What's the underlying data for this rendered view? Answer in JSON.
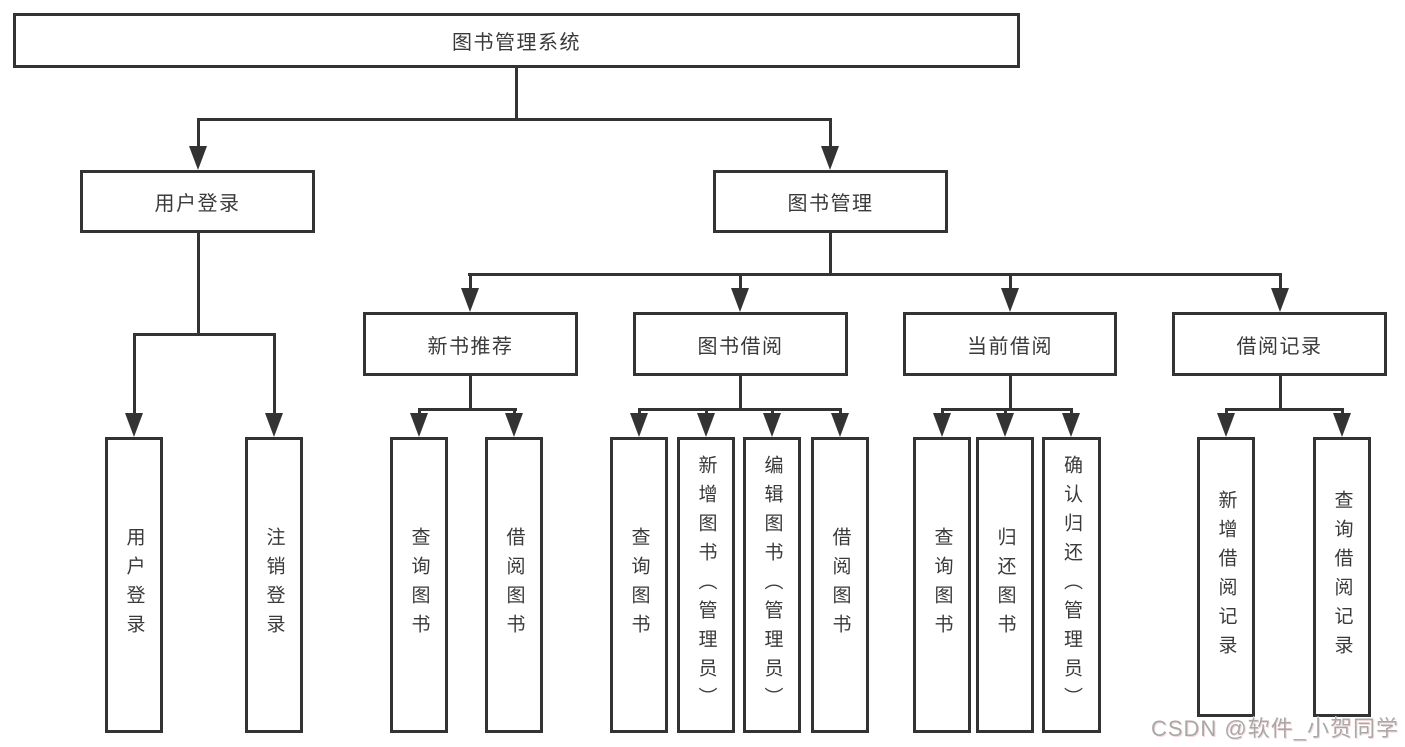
{
  "tree": {
    "label": "图书管理系统",
    "children": [
      {
        "label": "用户登录",
        "children": [
          {
            "label": "用户登录"
          },
          {
            "label": "注销登录"
          }
        ]
      },
      {
        "label": "图书管理",
        "children": [
          {
            "label": "新书推荐",
            "children": [
              {
                "label": "查询图书"
              },
              {
                "label": "借阅图书"
              }
            ]
          },
          {
            "label": "图书借阅",
            "children": [
              {
                "label": "查询图书"
              },
              {
                "label": "新增图书（管理员）"
              },
              {
                "label": "编辑图书（管理员）"
              },
              {
                "label": "借阅图书"
              }
            ]
          },
          {
            "label": "当前借阅",
            "children": [
              {
                "label": "查询图书"
              },
              {
                "label": "归还图书"
              },
              {
                "label": "确认归还（管理员）"
              }
            ]
          },
          {
            "label": "借阅记录",
            "children": [
              {
                "label": "新增借阅记录"
              },
              {
                "label": "查询借阅记录"
              }
            ]
          }
        ]
      }
    ]
  },
  "watermark": {
    "text": "CSDN @软件_小贺同学"
  },
  "colors": {
    "line": "#333333",
    "text": "#3a3a3a",
    "bg": "#ffffff",
    "watermark": "#a8a8a8"
  }
}
